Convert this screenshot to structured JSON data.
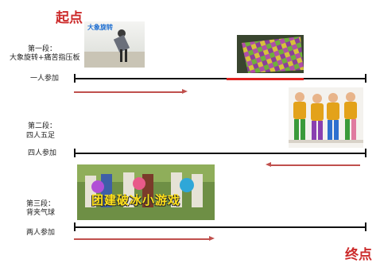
{
  "start_label": "起点",
  "end_label": "终点",
  "stages": [
    {
      "title": "第一段：",
      "subtitle": "大象旋转+痛苦指压板",
      "participants": "一人参加"
    },
    {
      "title": "第二段：",
      "subtitle": "四人五足",
      "participants": "四人参加"
    },
    {
      "title": "第三段：",
      "subtitle": "背夹气球",
      "participants": "两人参加"
    }
  ],
  "images": {
    "stage1_photo_caption": "大象旋转",
    "stage3_photo_caption": "团建破冰小游戏"
  },
  "colors": {
    "accent_red": "#cc2b2b",
    "arrow": "#c0504d",
    "track": "#111111"
  }
}
